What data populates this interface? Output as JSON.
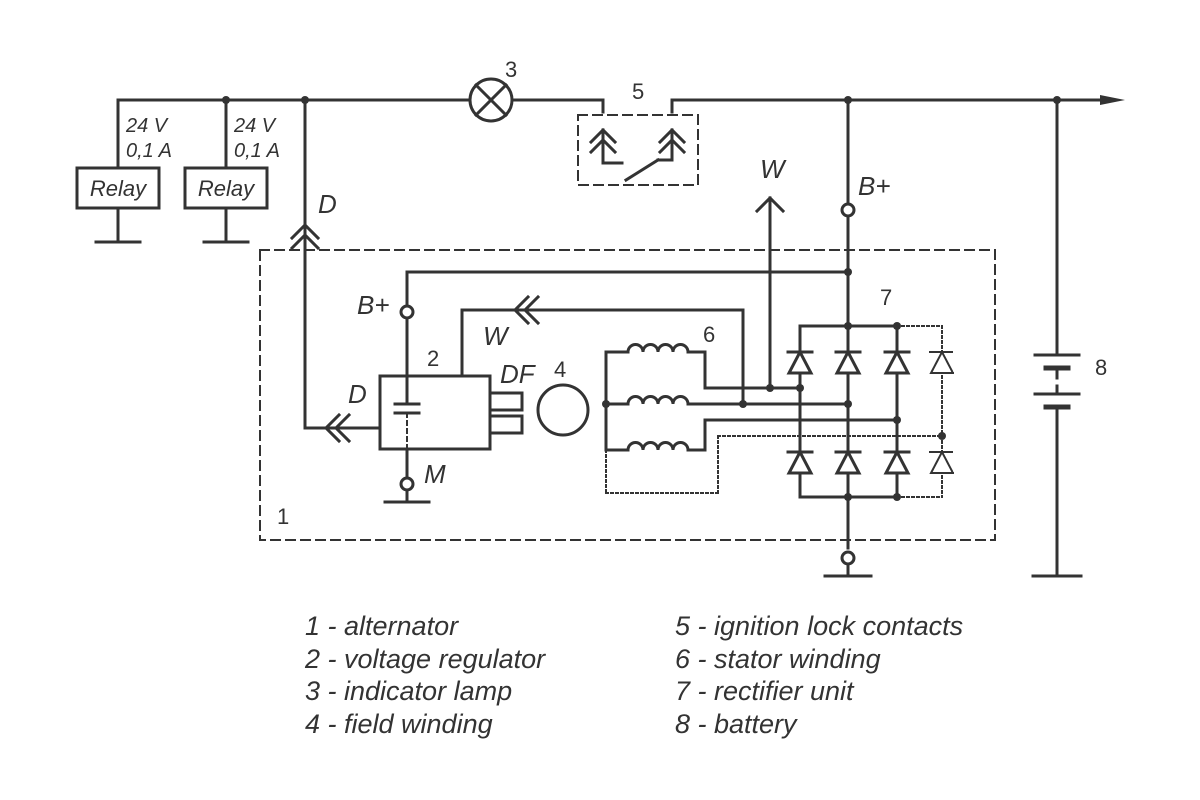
{
  "diagram": {
    "relays": [
      {
        "voltage": "24 V",
        "current": "0,1 A",
        "label": "Relay"
      },
      {
        "voltage": "24 V",
        "current": "0,1 A",
        "label": "Relay"
      }
    ],
    "terminals": {
      "d_top": "D",
      "b_plus_top": "B+",
      "w_top": "W",
      "b_plus_reg": "B+",
      "w_reg": "W",
      "d_reg": "D",
      "df_reg": "DF",
      "m_reg": "M"
    },
    "callouts": {
      "alternator": "1",
      "regulator": "2",
      "lamp": "3",
      "field": "4",
      "ignition": "5",
      "stator": "6",
      "rectifier": "7",
      "battery": "8"
    }
  },
  "legend": {
    "left": [
      "1 - alternator",
      "2 - voltage regulator",
      "3 - indicator lamp",
      "4 - field winding"
    ],
    "right": [
      "5 - ignition lock contacts",
      "6 - stator winding",
      "7 - rectifier unit",
      "8 - battery"
    ]
  }
}
